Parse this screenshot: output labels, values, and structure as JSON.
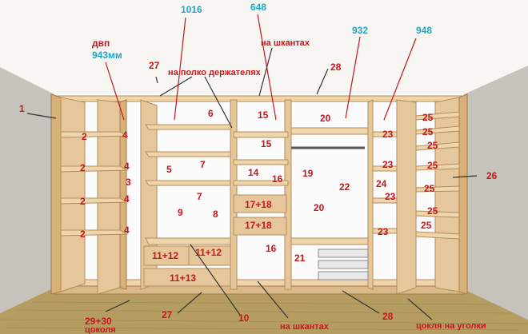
{
  "colors": {
    "label_red": "#c8161d",
    "label_cyan": "#1fa6c6",
    "wood": "#e6c79b",
    "floor": "#b59d62",
    "wall": "#c9c6c0"
  },
  "labels": {
    "top_dimension_1016": "1016",
    "top_dimension_648": "648",
    "top_dimension_932": "932",
    "top_dimension_948": "948",
    "dvp": "двп",
    "dvp_size": "943мм",
    "on_dowels_top": "на шкантах",
    "on_shelf_holders": "на полко держателях",
    "on_dowels_bottom": "на шкантах",
    "plinth_on_corners": "цокля на уголки",
    "plinth_code": "29+30",
    "plinth": "цоколя",
    "drawer_11_12_left": "11+12",
    "drawer_11_12_right": "11+12",
    "drawer_11_13": "11+13",
    "drawer_17_18_top": "17+18",
    "drawer_17_18_bottom": "17+18",
    "n1": "1",
    "n2a": "2",
    "n2b": "2",
    "n2c": "2",
    "n2d": "2",
    "n3": "3",
    "n4a": "4",
    "n4b": "4",
    "n4c": "4",
    "n4d": "4",
    "n5": "5",
    "n6": "6",
    "n7a": "7",
    "n7b": "7",
    "n8": "8",
    "n9": "9",
    "n10": "10",
    "n14": "14",
    "n15a": "15",
    "n15b": "15",
    "n16a": "16",
    "n16b": "16",
    "n19": "19",
    "n20a": "20",
    "n20b": "20",
    "n21": "21",
    "n22": "22",
    "n23a": "23",
    "n23b": "23",
    "n23c": "23",
    "n23d": "23",
    "n24": "24",
    "n25a": "25",
    "n25b": "25",
    "n25c": "25",
    "n25d": "25",
    "n25e": "25",
    "n25f": "25",
    "n25g": "25",
    "n26": "26",
    "n27a": "27",
    "n27b": "27",
    "n28a": "28",
    "n28b": "28"
  }
}
